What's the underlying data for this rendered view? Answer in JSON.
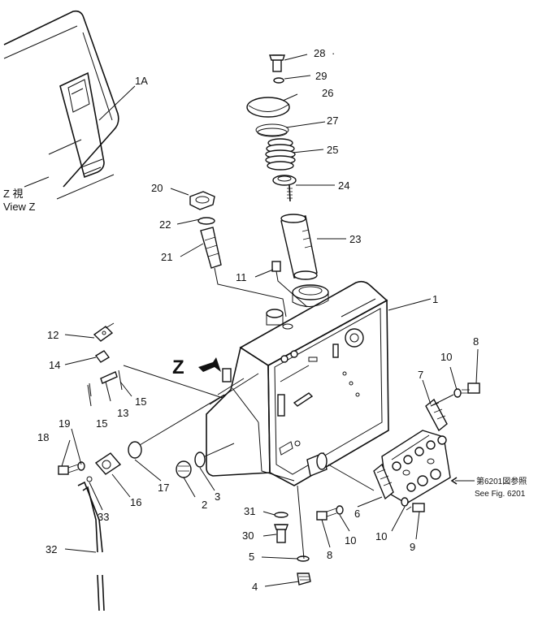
{
  "view_label_jp": "Z 視",
  "view_label_en": "View Z",
  "z_arrow_label": "Z",
  "see_fig_jp": "第6201図参照",
  "see_fig_en": "See Fig. 6201",
  "parts": {
    "p1A": "1A",
    "p28": "28",
    "p28dot": "·",
    "p29": "29",
    "p26": "26",
    "p27": "27",
    "p25": "25",
    "p24": "24",
    "p20": "20",
    "p22": "22",
    "p23": "23",
    "p21": "21",
    "p11": "11",
    "p1": "1",
    "p12": "12",
    "p14": "14",
    "p13": "13",
    "p15a": "15",
    "p15b": "15",
    "p8a": "8",
    "p10a": "10",
    "p7": "7",
    "p18": "18",
    "p19": "19",
    "p16": "16",
    "p17": "17",
    "p2": "2",
    "p3": "3",
    "p6": "6",
    "p10b": "10",
    "p10c": "10",
    "p8b": "8",
    "p9": "9",
    "p33": "33",
    "p31": "31",
    "p30": "30",
    "p5": "5",
    "p4": "4",
    "p32": "32"
  }
}
